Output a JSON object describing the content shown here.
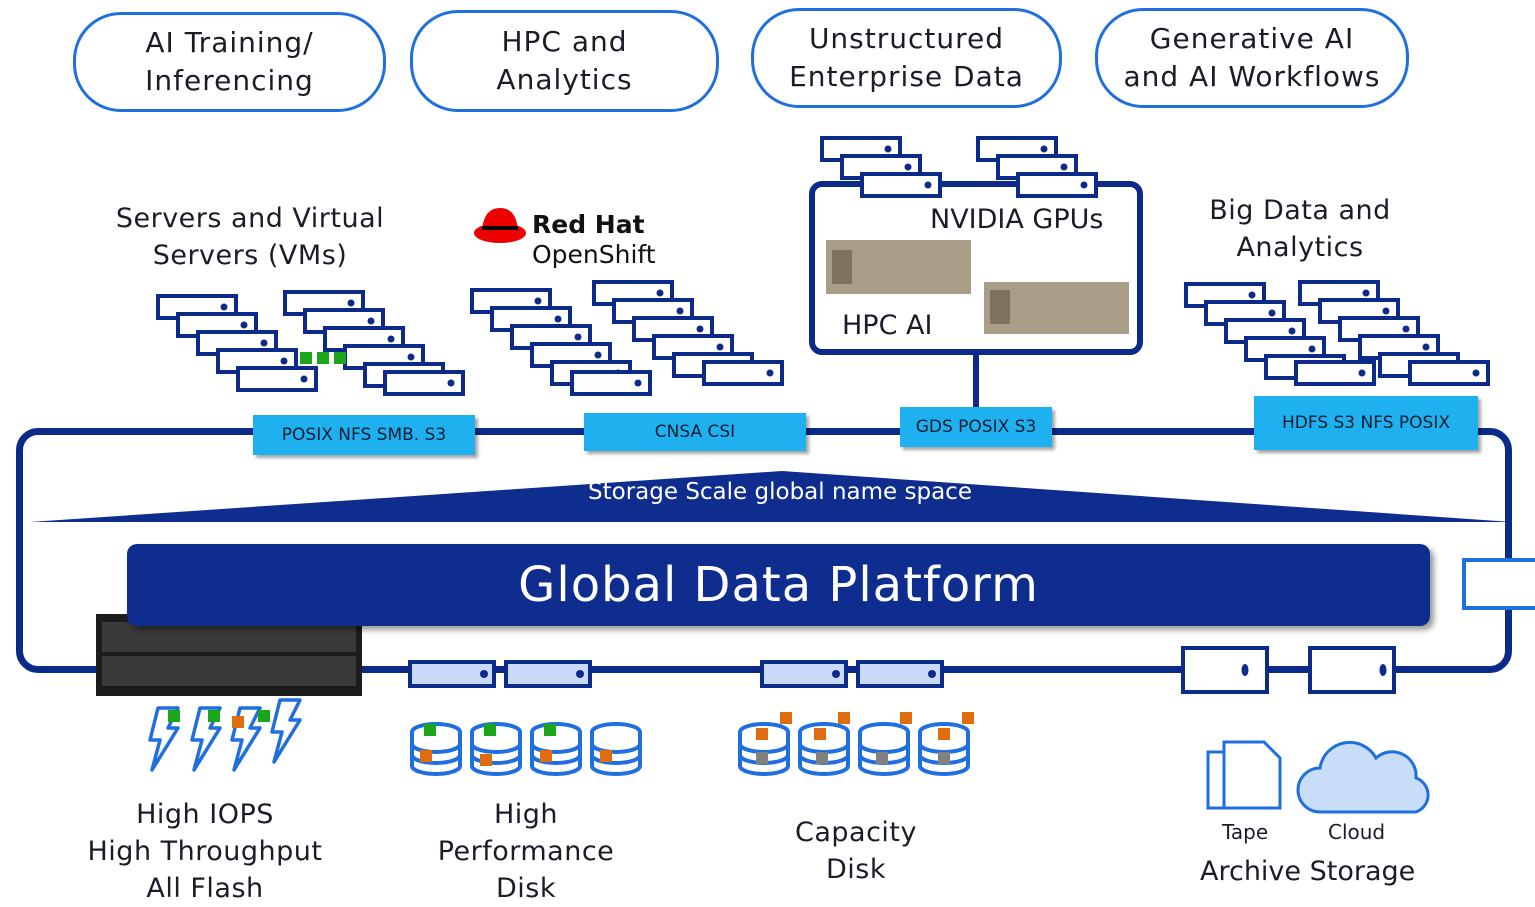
{
  "use_cases": [
    {
      "label": "AI Training/\nInferencing"
    },
    {
      "label": "HPC and\nAnalytics"
    },
    {
      "label": "Unstructured\nEnterprise Data"
    },
    {
      "label": "Generative AI\nand AI Workflows"
    }
  ],
  "clients": {
    "servers": "Servers and Virtual\nServers (VMs)",
    "redhat_line1": "Red Hat",
    "redhat_line2": "OpenShift",
    "nvidia": "NVIDIA GPUs",
    "hpc_ai": "HPC AI",
    "bigdata": "Big Data and\nAnalytics"
  },
  "protocols": [
    {
      "label": "POSIX NFS  SMB. S3"
    },
    {
      "label": "CNSA    CSI"
    },
    {
      "label": "GDS POSIX S3"
    },
    {
      "label": "HDFS  S3  NFS POSIX"
    }
  ],
  "platform": {
    "namespace": "Storage Scale global name space",
    "title": "Global Data Platform"
  },
  "storage_tiers": [
    {
      "label": "High IOPS\nHigh Throughput\nAll Flash"
    },
    {
      "label": "High\nPerformance\nDisk"
    },
    {
      "label": "Capacity\nDisk"
    }
  ],
  "archive": {
    "tape": "Tape",
    "cloud": "Cloud",
    "label": "Archive Storage"
  },
  "colors": {
    "accent_blue": "#1f6fe0",
    "platform_navy": "#0e2d8e",
    "protocol_cyan": "#1fb0ef",
    "green_marker": "#1aa51a",
    "orange_marker": "#e06c10"
  }
}
